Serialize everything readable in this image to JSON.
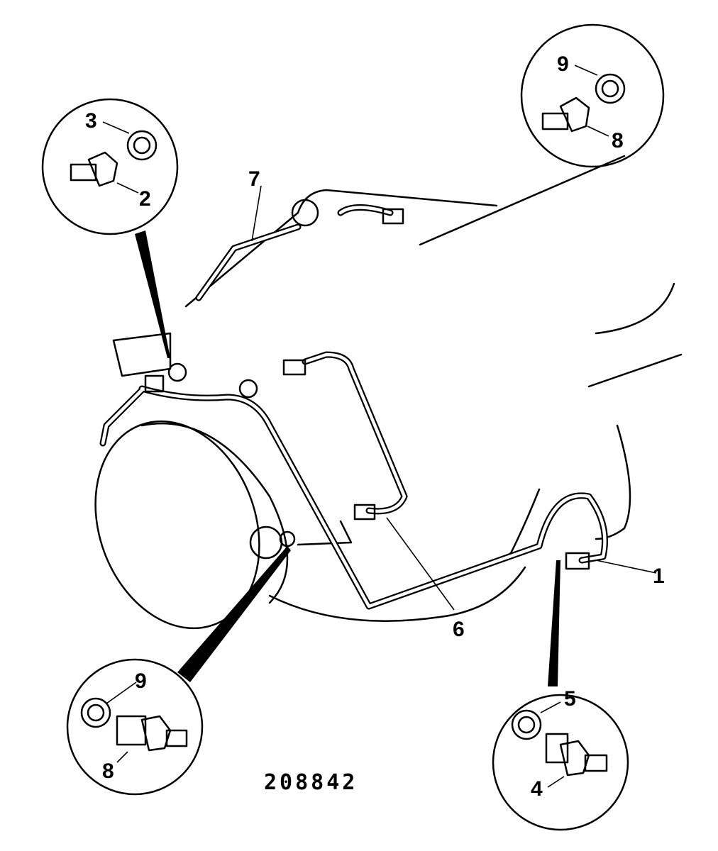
{
  "diagram": {
    "drawing_number": "208842",
    "callouts": {
      "c1": "1",
      "c2": "2",
      "c3": "3",
      "c4": "4",
      "c5": "5",
      "c6": "6",
      "c7": "7",
      "c8a": "8",
      "c8b": "8",
      "c9a": "9",
      "c9b": "9"
    }
  }
}
